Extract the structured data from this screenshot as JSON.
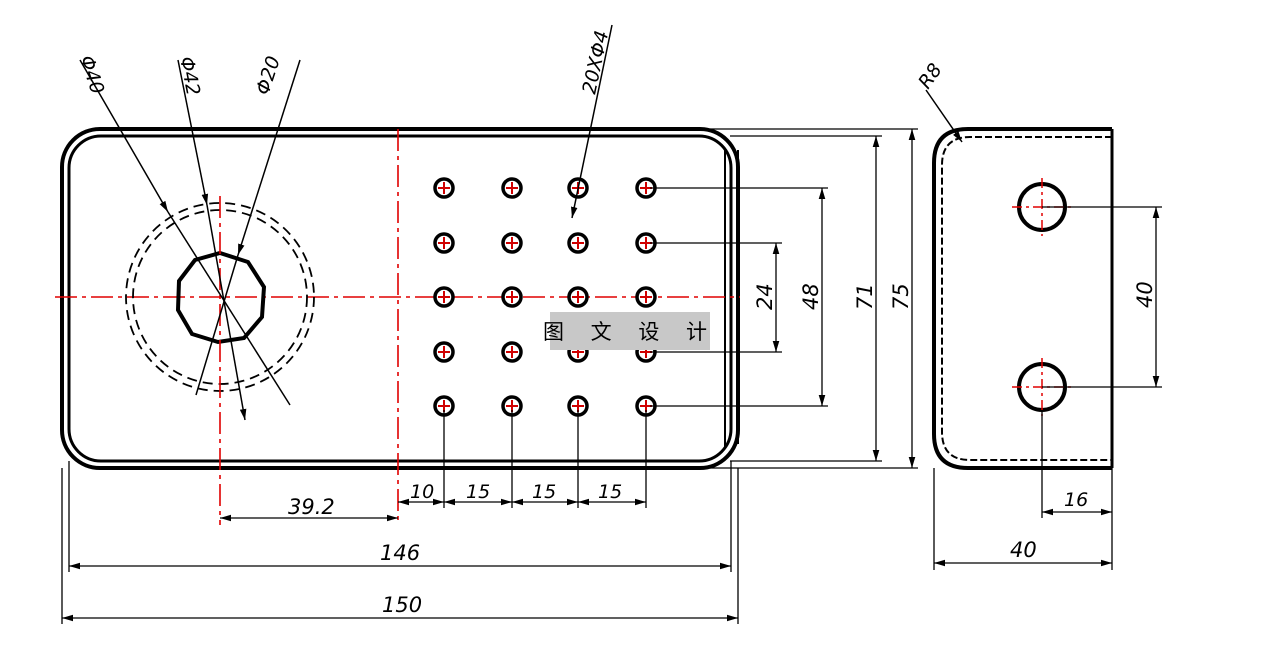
{
  "colors": {
    "outline": "#000000",
    "centerline": "#e00000",
    "hole_fill": "#ffffff",
    "hole_center": "#d00000",
    "watermark_bg": "#c8c8c8"
  },
  "front_view": {
    "labels": {
      "dia_40": "Φ40",
      "dia_42": "Φ42",
      "dia_20": "Φ20",
      "hole_pattern": "20XΦ4",
      "offset_392": "39.2",
      "pitch_10": "10",
      "pitch_15a": "15",
      "pitch_15b": "15",
      "pitch_15c": "15",
      "width_146": "146",
      "width_150": "150",
      "height_24": "24",
      "height_48": "48",
      "height_71": "71",
      "height_75": "75"
    }
  },
  "side_view": {
    "labels": {
      "radius_r8": "R8",
      "hole_spacing_40": "40",
      "hole_offset_16": "16",
      "depth_40": "40"
    }
  },
  "watermark": {
    "text": "图 文 设 计"
  }
}
